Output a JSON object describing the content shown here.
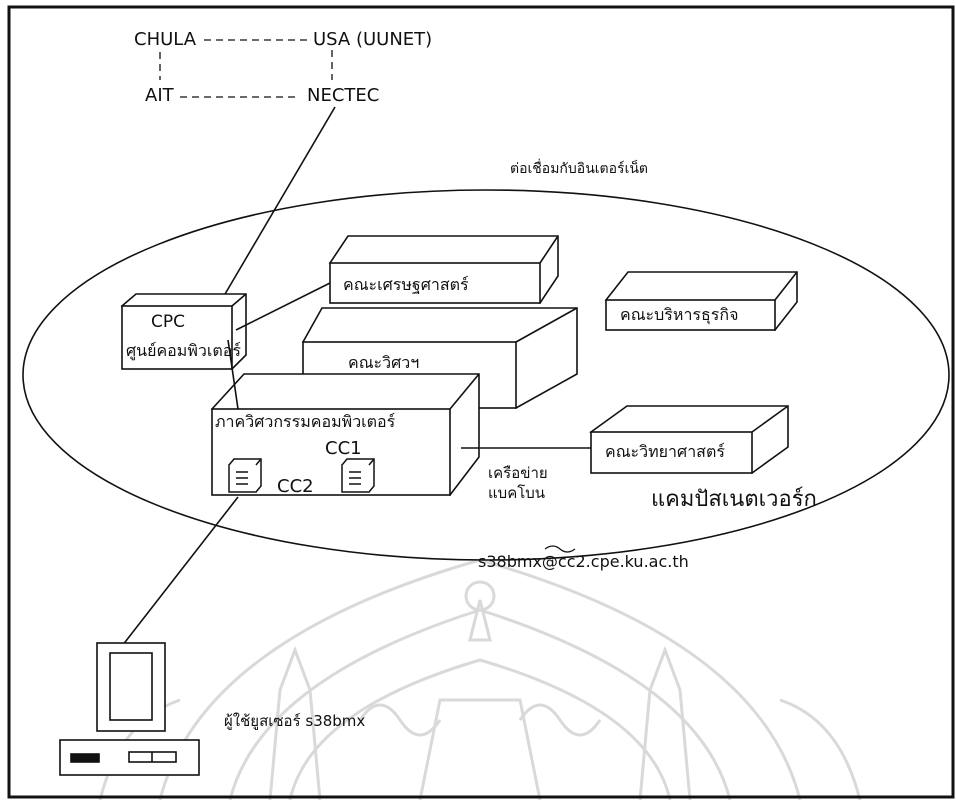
{
  "diagram": {
    "internet_nodes": {
      "chula": "CHULA",
      "usa": "USA (UUNET)",
      "ait": "AIT",
      "nectec": "NECTEC"
    },
    "internet_connection_label": "ต่อเชื่อมกับอินเตอร์เน็ต",
    "campus": {
      "cpc_title": "CPC",
      "cpc_name": "ศูนย์คอมพิวเตอร์",
      "economics": "คณะเศรษฐศาสตร์",
      "business": "คณะบริหารธุรกิจ",
      "engineering": "คณะวิศวฯ",
      "computer_engineering": "ภาควิศวกรรมคอมพิวเตอร์",
      "cc1": "CC1",
      "cc2": "CC2",
      "science": "คณะวิทยาศาสตร์",
      "backbone_line1": "เครือข่าย",
      "backbone_line2": "แบคโบน",
      "campus_network": "แคมปัสเนตเวอร์ก"
    },
    "email_address": "s38bmx@cc2.cpe.ku.ac.th",
    "user_label": "ผู้ใช้ยูสเซอร์ s38bmx"
  },
  "colors": {
    "line": "#111111",
    "background": "#ffffff",
    "watermark": "#d9d9d9"
  }
}
